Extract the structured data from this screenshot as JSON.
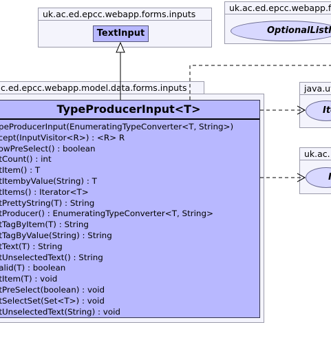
{
  "packages": {
    "forms_inputs": "uk.ac.ed.epcc.webapp.forms.inputs",
    "forms_partial": "uk.ac.ed.epcc.webapp.f",
    "model_forms_inputs": "c.ed.epcc.webapp.model.data.forms.inputs",
    "java_util": "java.ut",
    "uk_ac": "uk.ac."
  },
  "classes": {
    "text_input": "TextInput",
    "optional_list_partial": "OptionalListI",
    "iterator_partial": "Ite",
    "right_lower_partial": "I"
  },
  "main_class": {
    "name": "TypeProducerInput<T>",
    "members": [
      "ypeProducerInput(EnumeratingTypeConverter<T, String>)",
      "ccept(InputVisitor<R>) : <R> R",
      "llowPreSelect() : boolean",
      "etCount() : int",
      "etItem() : T",
      "etItembyValue(String) : T",
      "etItems() : Iterator<T>",
      "etPrettyString(T) : String",
      "etProducer() : EnumeratingTypeConverter<T, String>",
      "etTagByItem(T) : String",
      "etTagByValue(String) : String",
      "etText(T) : String",
      "etUnselectedText() : String",
      "Valid(T) : boolean",
      "etItem(T) : void",
      "etPreSelect(boolean) : void",
      "etSelectSet(Set<T>) : void",
      "etUnselectedText(String) : void"
    ]
  }
}
